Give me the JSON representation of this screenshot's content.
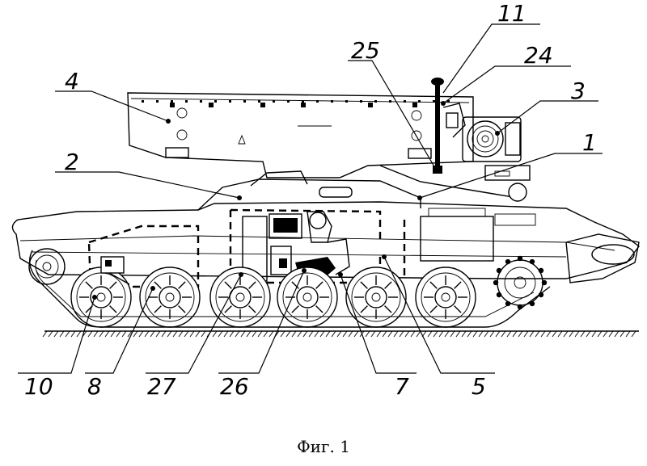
{
  "figure": {
    "caption": "Фиг. 1"
  },
  "labels": {
    "n1": "1",
    "n2": "2",
    "n3": "3",
    "n4": "4",
    "n5": "5",
    "n7": "7",
    "n8": "8",
    "n10": "10",
    "n11": "11",
    "n24": "24",
    "n25": "25",
    "n26": "26",
    "n27": "27"
  },
  "colors": {
    "ink": "#000000",
    "paper": "#ffffff"
  }
}
